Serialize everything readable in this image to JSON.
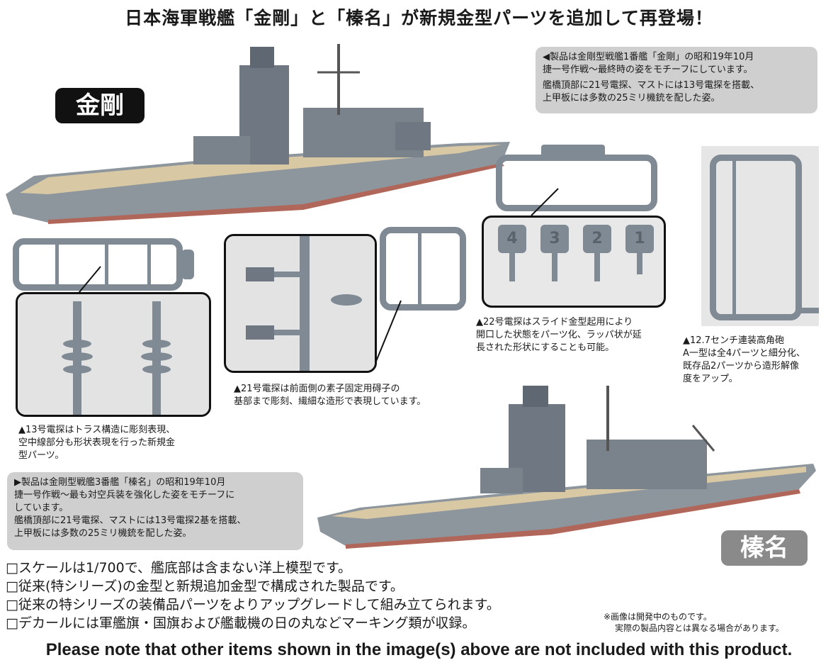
{
  "headline": "日本海軍戦艦「金剛」と「榛名」が新規金型パーツを追加して再登場！",
  "kongo": {
    "label": "金剛",
    "note_line1": "◀製品は金剛型戦艦1番艦「金剛」の昭和19年10月",
    "note_line2": "捷一号作戦～最終時の姿をモチーフにしています。",
    "note_line3": "艦橋頂部に21号電探、マストには13号電探を搭載、",
    "note_line4": "上甲板には多数の25ミリ機銃を配した姿。"
  },
  "haruna": {
    "label": "榛名",
    "note_line1": "▶製品は金剛型戦艦3番艦「榛名」の昭和19年10月",
    "note_line2": "捷一号作戦～最も対空兵装を強化した姿をモチーフに",
    "note_line3": "しています。",
    "note_line4": "艦橋頂部に21号電探、マストには13号電探2基を搭載、",
    "note_line5": "上甲板には多数の25ミリ機銃を配した姿。"
  },
  "parts": {
    "part_13_line1": "▲13号電探はトラス構造に彫刻表現、",
    "part_13_line2": "空中線部分も形状表現を行った新規金",
    "part_13_line3": "型パーツ。",
    "part_21_line1": "▲21号電探は前面側の素子固定用碍子の",
    "part_21_line2": "基部まで彫刻、繊細な造形で表現しています。",
    "part_22_line1": "▲22号電探はスライド金型起用により",
    "part_22_line2": "開口した状態をパーツ化、ラッパ状が延",
    "part_22_line3": "長された形状にすることも可能。",
    "part_127_line1": "▲12.7センチ連装高角砲",
    "part_127_line2": "A一型は全4パーツと細分化、",
    "part_127_line3": "既存品2パーツから造形解像",
    "part_127_line4": "度をアップ。",
    "sprue_numbers": [
      "4",
      "3",
      "2",
      "1"
    ]
  },
  "features": [
    "□スケールは1/700で、艦底部は含まない洋上模型です。",
    "□従来(特シリーズ)の金型と新規追加金型で構成された製品です。",
    "□従来の特シリーズの装備品パーツをよりアップグレードして組み立てられます。",
    "□デカールには軍艦旗・国旗および艦載機の日の丸などマーキング類が収録。"
  ],
  "disclaimer_line1": "※画像は開発中のものです。",
  "disclaimer_line2": "実際の製品内容とは異なる場合があります。",
  "footer": "Please note that other items shown in the image(s) above are not included with this product.",
  "colors": {
    "ship_gray": "#8d959d",
    "deck": "#d8c9a4",
    "sprue": "#7f8a94",
    "note_bg": "#cfcfcf"
  }
}
